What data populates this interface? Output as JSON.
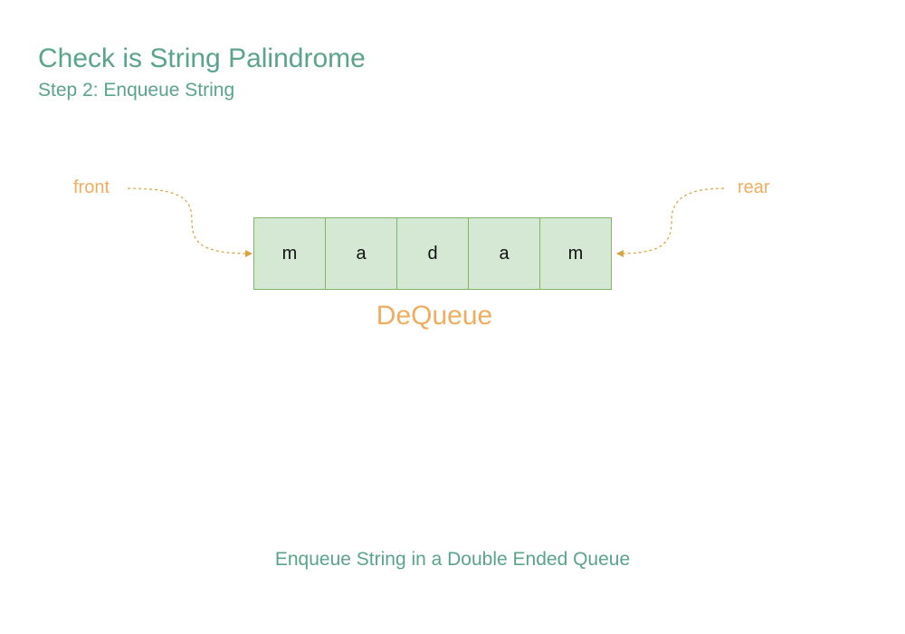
{
  "title": "Check is String Palindrome",
  "subtitle": "Step 2: Enqueue String",
  "pointers": {
    "front": "front",
    "rear": "rear"
  },
  "deque": {
    "cells": [
      "m",
      "a",
      "d",
      "a",
      "m"
    ],
    "label": "DeQueue"
  },
  "caption": "Enqueue String in a Double Ended Queue",
  "colors": {
    "heading": "#5aa38d",
    "accent": "#f0ad5f",
    "arrow": "#d6a43a",
    "cell_fill": "#d5e8d4",
    "cell_border": "#82b366"
  }
}
